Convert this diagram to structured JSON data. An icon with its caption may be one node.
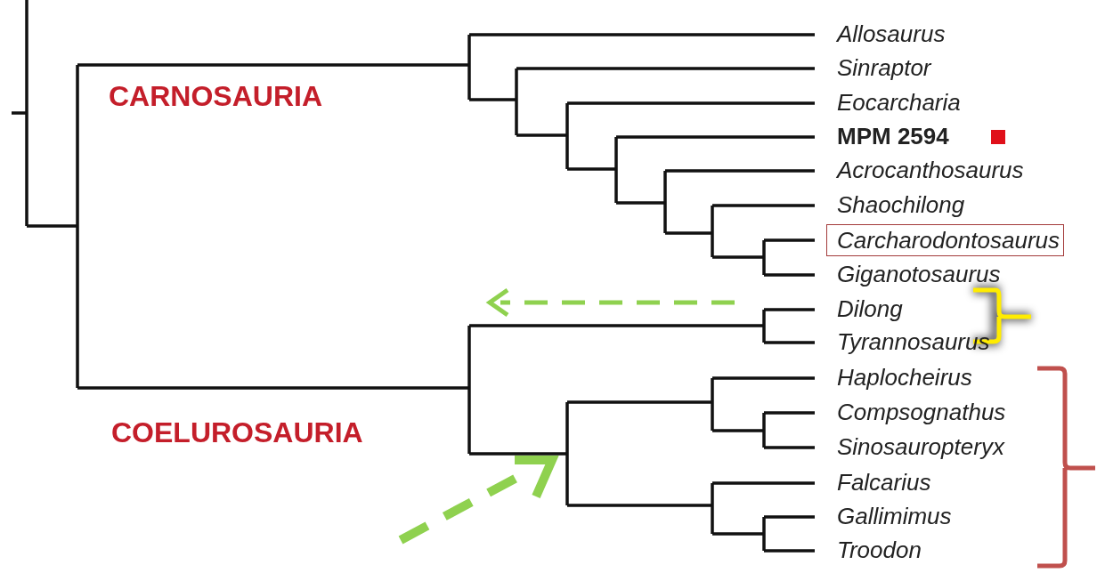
{
  "diagram": {
    "nodes": [
      {
        "text": [
          "Allosaurus"
        ]
      },
      {
        "text": [
          "Sinraptor"
        ]
      },
      {
        "text": [
          "Eocarcharia"
        ]
      },
      {
        "text": [
          "MPM 2594"
        ]
      },
      {
        "text": [
          "Acrocanthosaurus"
        ]
      },
      {
        "text": [
          "Shaochilong"
        ]
      },
      {
        "text": [
          "Carcharodontosaurus"
        ]
      },
      {
        "text": [
          "Giganotosaurus"
        ]
      },
      {
        "text": [
          "Dilong"
        ]
      },
      {
        "text": [
          "Tyrannosaurus"
        ]
      },
      {
        "text": [
          "Haplocheirus"
        ]
      },
      {
        "text": [
          "Compsognathus"
        ]
      },
      {
        "text": [
          "Sinosauropteryx"
        ]
      },
      {
        "text": [
          "Falcarius"
        ]
      },
      {
        "text": [
          "Gallimimus"
        ]
      },
      {
        "text": [
          "Troodon"
        ]
      }
    ],
    "labels": [
      "CARNOSAURIA",
      "COELUROSAURIA"
    ]
  }
}
